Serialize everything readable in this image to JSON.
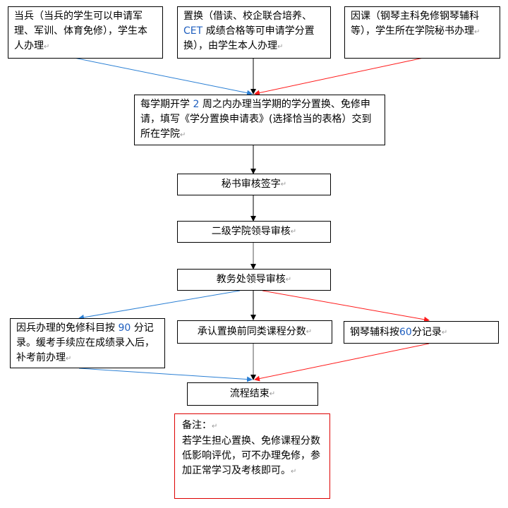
{
  "title": "学分置换、免修办理流程",
  "boxes": {
    "bing": "当兵（当兵的学生可以申请军理、军训、体育免修），学生本人办理",
    "zhihuan_pre": "置换（借读、校企联合培养、",
    "zhihuan_cet": "CET",
    "zhihuan_post": " 成绩合格等可申请学分置换），由学生本人办理",
    "ke": "因课（钢琴主科免修钢琴辅科等），学生所在学院秘书办理",
    "apply_pre": "每学期开学 ",
    "apply_num": "2",
    "apply_post": " 周之内办理当学期的学分置换、免修申请，填写《学分置换申请表》(选择恰当的表格）交到所在学院",
    "secretary": "秘书审核签字",
    "college": "二级学院领导审核",
    "office": "教务处领导审核",
    "result_bing_pre": "因兵办理的免修科目按 ",
    "result_bing_num": "90",
    "result_bing_post": " 分记录。缓考手续应在成绩录入后，补考前办理",
    "result_zhihuan": "承认置换前同类课程分数",
    "result_ke_pre": "钢琴辅科按 ",
    "result_ke_num": "60",
    "result_ke_post": " 分记录",
    "end": "流程结束",
    "note_title": "备注：",
    "note_body": "若学生担心置换、免修课程分数低影响评优，可不办理免修，参加正常学习及考核即可。"
  },
  "paragraph_mark": "↵",
  "colors": {
    "blue_path": "#2a7fd4",
    "red_path": "#ff1a1a",
    "black_path": "#000000",
    "note_border": "#dd0000"
  }
}
